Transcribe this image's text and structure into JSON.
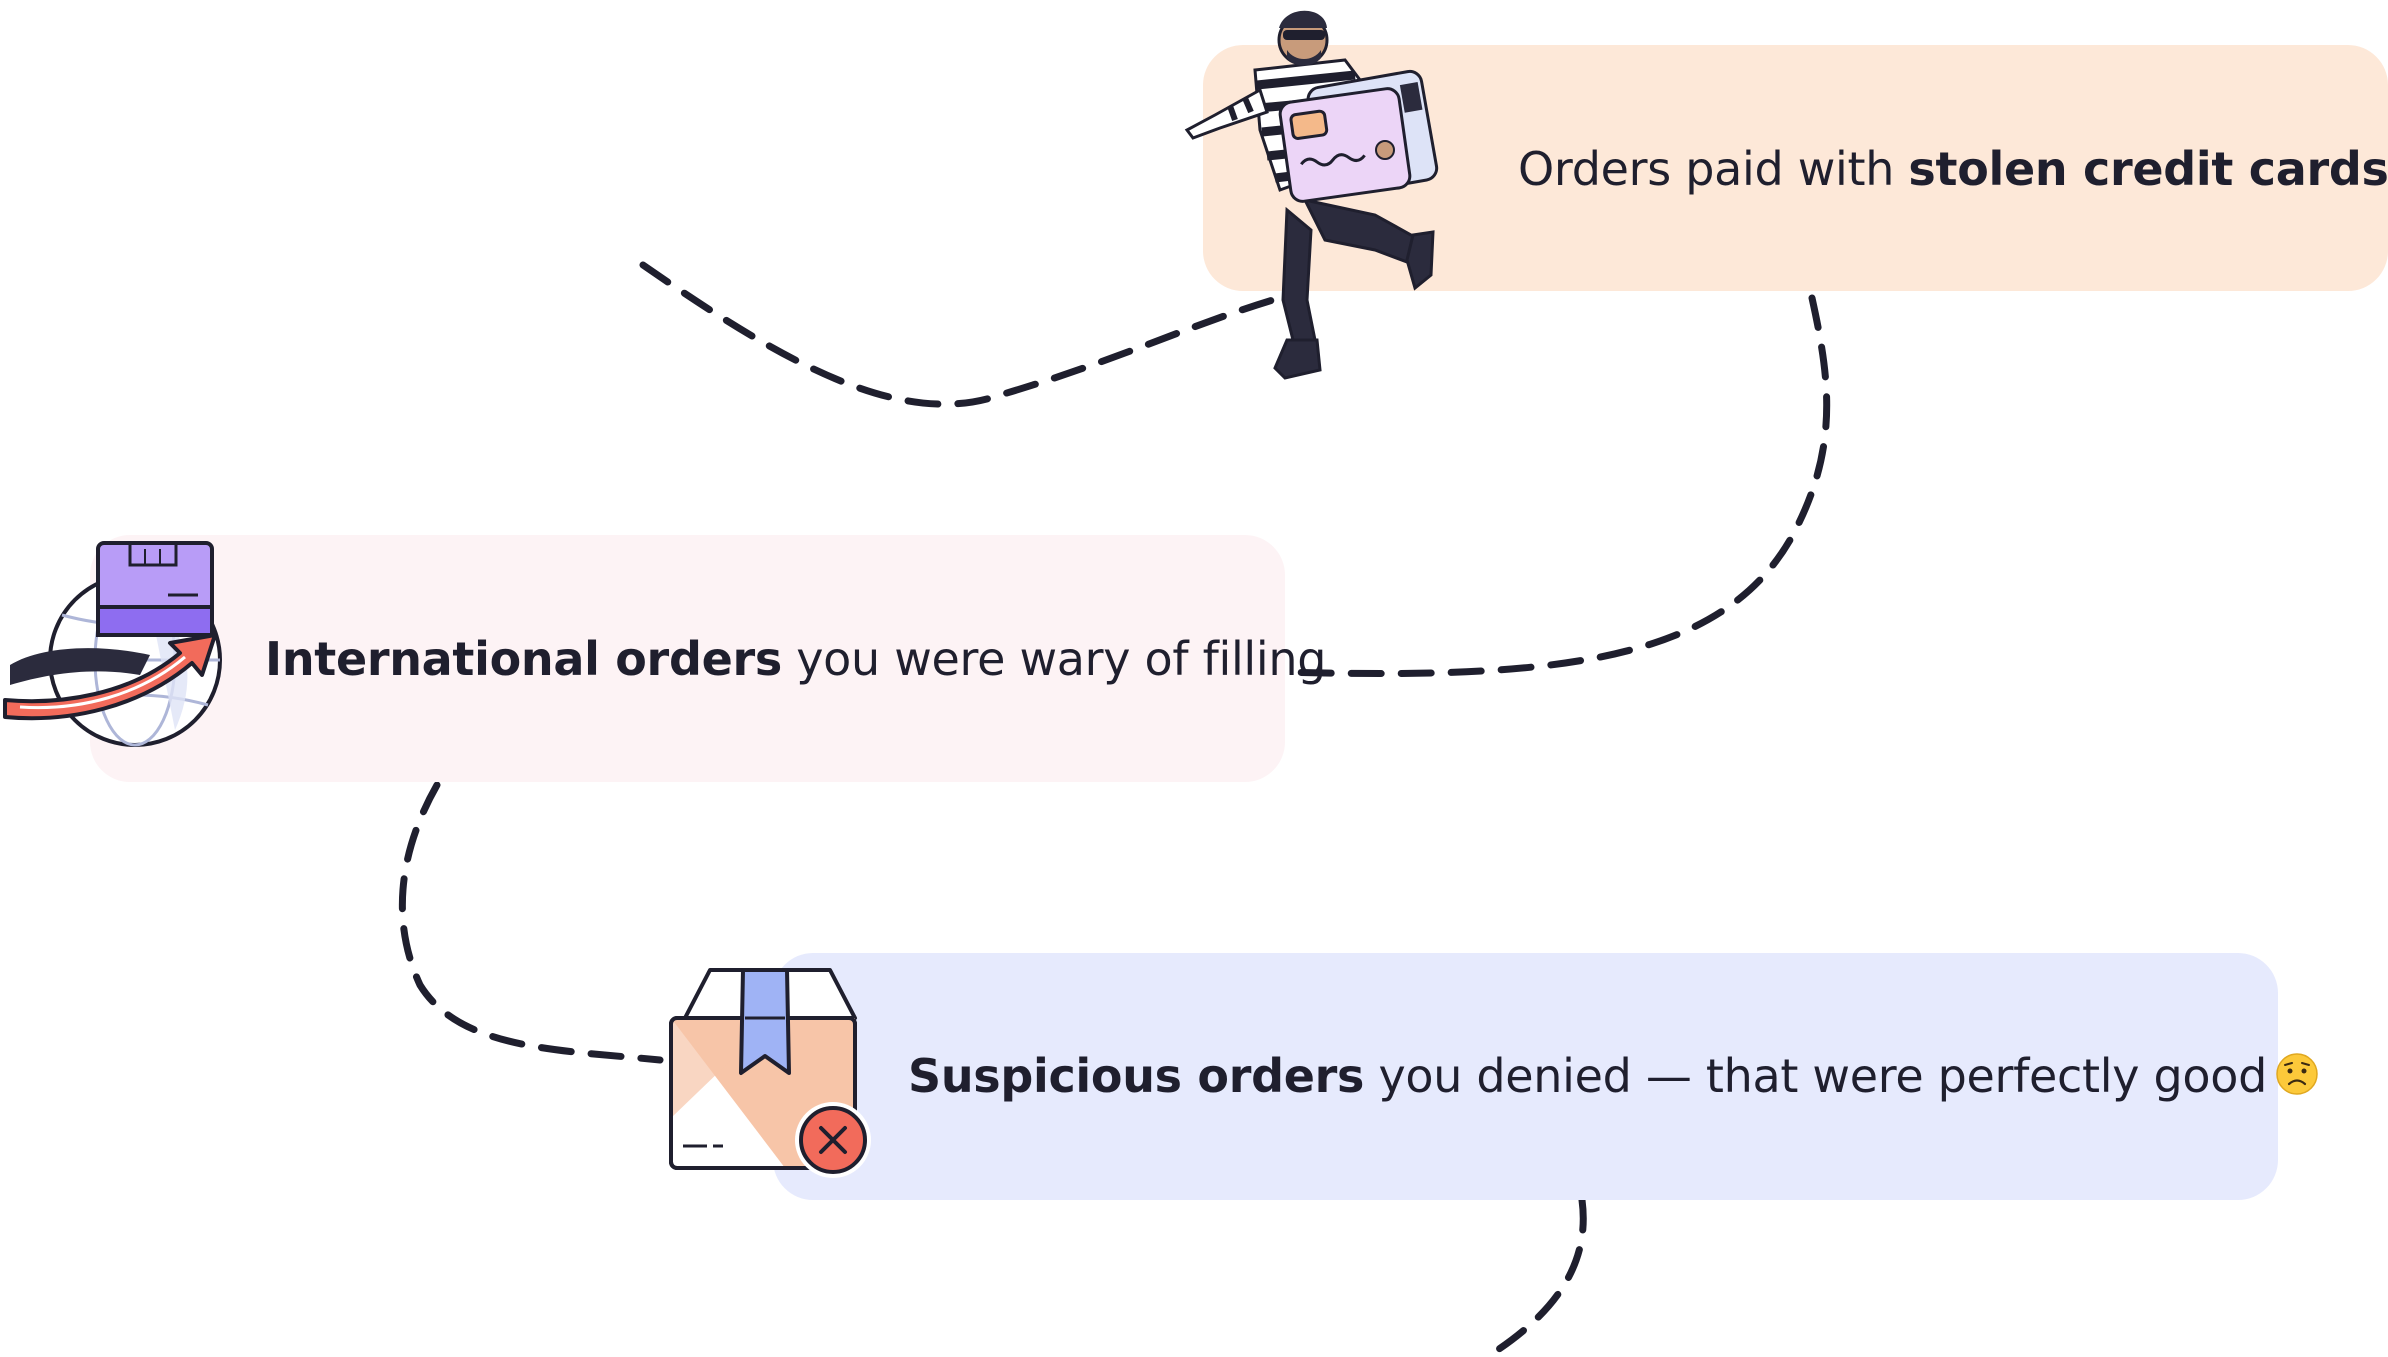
{
  "cards": {
    "stolen": {
      "pre": "Orders paid with ",
      "bold": "stolen credit cards",
      "illustration": "thief-with-credit-card",
      "background": "#fde8d8"
    },
    "international": {
      "bold": "International orders",
      "post": " you were wary of filling",
      "illustration": "globe-with-package-and-arrow",
      "background": "#fdf3f5"
    },
    "suspicious": {
      "bold": "Suspicious orders",
      "post": " you denied — that were perfectly good",
      "emoji": "worried-face-emoji",
      "illustration": "package-with-reject-mark",
      "background": "#e6eafd"
    }
  },
  "connector": {
    "style": "dashed",
    "color": "#1f1f2e"
  }
}
